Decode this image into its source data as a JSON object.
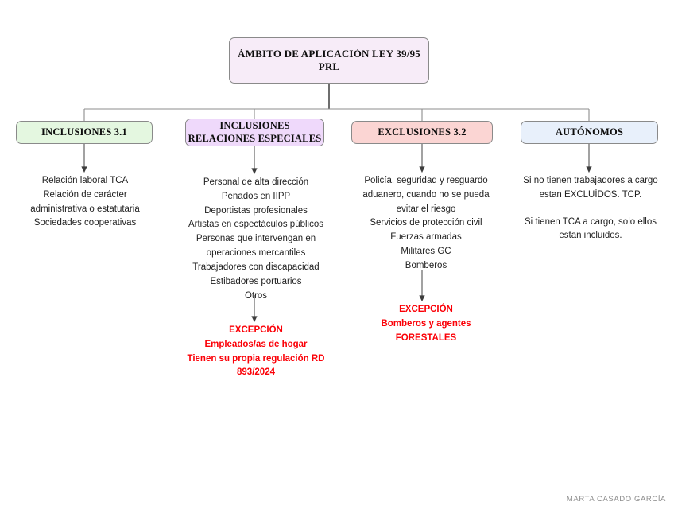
{
  "diagram": {
    "title_node": {
      "label": "ÁMBITO DE APLICACIÓN LEY 39/95 PRL",
      "fill": "#f7ecf8"
    },
    "categories": [
      {
        "id": "inclusiones-3-1",
        "label": "INCLUSIONES 3.1",
        "fill": "#e4f7e0",
        "items": [
          "Relación laboral TCA",
          "Relación de carácter",
          "administrativa o estatutaria",
          "Sociedades cooperativas"
        ]
      },
      {
        "id": "inclusiones-relaciones-especiales",
        "label_line1": "INCLUSIONES",
        "label_line2": "RELACIONES ESPECIALES",
        "fill": "#efd9fb",
        "items": [
          "Personal de alta dirección",
          "Penados en IIPP",
          "Deportistas profesionales",
          "Artistas en espectáculos públicos",
          "Personas que intervengan en",
          "operaciones mercantiles",
          "Trabajadores con discapacidad",
          "Estibadores portuarios",
          "Otros"
        ],
        "exception": {
          "heading": "EXCEPCIÓN",
          "lines": [
            "Empleados/as de hogar",
            "Tienen su propia regulación RD",
            "893/2024"
          ]
        }
      },
      {
        "id": "exclusiones-3-2",
        "label": "EXCLUSIONES 3.2",
        "fill": "#fbd5d3",
        "items": [
          "Policía, seguridad y resguardo",
          "aduanero, cuando no se pueda",
          "evitar el riesgo",
          "Servicios de protección civil",
          "Fuerzas armadas",
          "Militares GC",
          "Bomberos"
        ],
        "exception": {
          "heading": "EXCEPCIÓN",
          "lines": [
            "Bomberos y agentes",
            "FORESTALES"
          ]
        }
      },
      {
        "id": "autonomos",
        "label": "AUTÓNOMOS",
        "fill": "#e8f0fb",
        "items_block1": [
          "Si no tienen trabajadores a cargo",
          "estan EXCLUÍDOS. TCP."
        ],
        "items_block2": [
          "Si tienen TCA a cargo, solo ellos",
          "estan incluidos."
        ]
      }
    ],
    "exception_color": "#fb0007",
    "connector_color": "#595959",
    "footer_credit": "MARTA CASADO GARCÍA"
  }
}
